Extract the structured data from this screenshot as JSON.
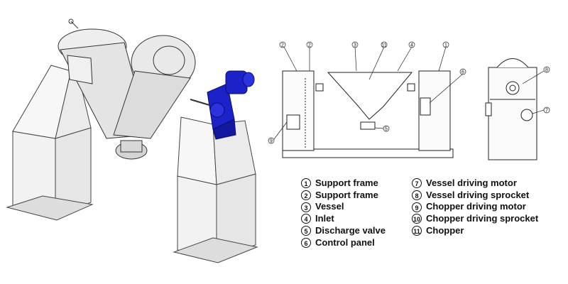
{
  "legend": {
    "left": [
      {
        "num": "1",
        "label": "Support frame"
      },
      {
        "num": "2",
        "label": "Support frame"
      },
      {
        "num": "3",
        "label": "Vessel"
      },
      {
        "num": "4",
        "label": "Inlet"
      },
      {
        "num": "5",
        "label": "Discharge valve"
      },
      {
        "num": "6",
        "label": "Control panel"
      }
    ],
    "right": [
      {
        "num": "7",
        "label": "Vessel driving motor"
      },
      {
        "num": "8",
        "label": "Vessel driving sprocket"
      },
      {
        "num": "9",
        "label": "Chopper driving motor"
      },
      {
        "num": "10",
        "label": "Chopper driving sprocket"
      },
      {
        "num": "11",
        "label": "Chopper"
      }
    ]
  },
  "front_view_callouts": [
    "2",
    "2",
    "3",
    "11",
    "4",
    "1",
    "6",
    "5",
    "9"
  ],
  "side_view_callouts": [
    "8",
    "7"
  ],
  "colors": {
    "motor_blue": "#1a22c8",
    "line": "#222222",
    "frame_fill": "#f4f4f4",
    "vessel_fill": "#e8e8e8"
  }
}
